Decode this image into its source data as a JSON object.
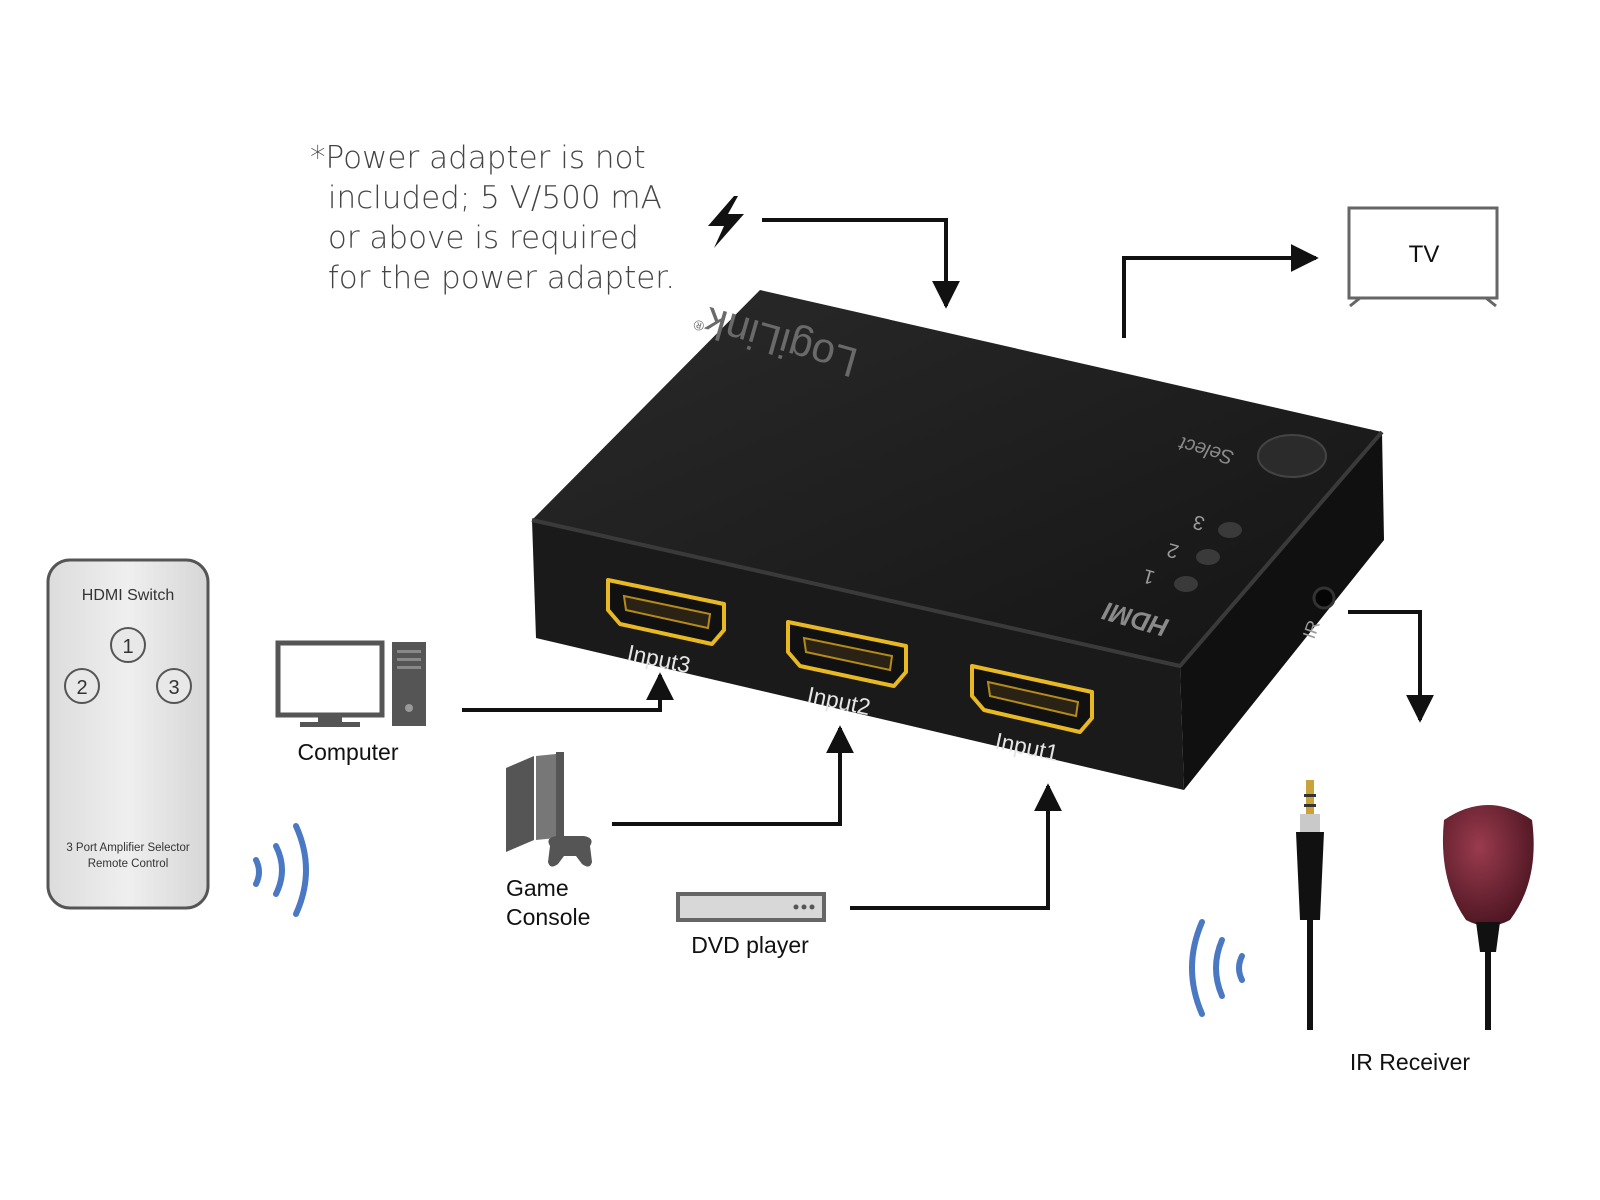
{
  "note": {
    "lines": [
      "*Power adapter is not",
      " included; 5 V/500 mA",
      " or above is required",
      " for the power adapter."
    ]
  },
  "switch": {
    "brand": "LogiLink",
    "brand_mark": "®",
    "select_label": "Select",
    "hdmi_logo": "HDMI",
    "led_labels": [
      "1",
      "2",
      "3"
    ],
    "ir_label": "IR",
    "ports": [
      {
        "label": "Input3"
      },
      {
        "label": "Input2"
      },
      {
        "label": "Input1"
      }
    ]
  },
  "remote": {
    "title": "HDMI Switch",
    "buttons": [
      "1",
      "2",
      "3"
    ],
    "caption_line1": "3 Port Amplifier Selector",
    "caption_line2": "Remote Control"
  },
  "devices": {
    "computer": "Computer",
    "game_console_line1": "Game",
    "game_console_line2": "Console",
    "dvd_player": "DVD player",
    "tv": "TV",
    "ir_receiver": "IR Receiver"
  },
  "icons": [
    "power-bolt-icon",
    "tv-icon",
    "computer-icon",
    "game-console-icon",
    "gamepad-icon",
    "dvd-player-icon",
    "remote-control",
    "ir-signal-icon",
    "ir-receiver-icon"
  ],
  "colors": {
    "arrow": "#111111",
    "device_body": "#1b1b1b",
    "hdmi_gold": "#e8b923",
    "wave_blue": "#4a78c2",
    "ir_eye": "#6b1f2e",
    "icon_gray": "#555555"
  }
}
